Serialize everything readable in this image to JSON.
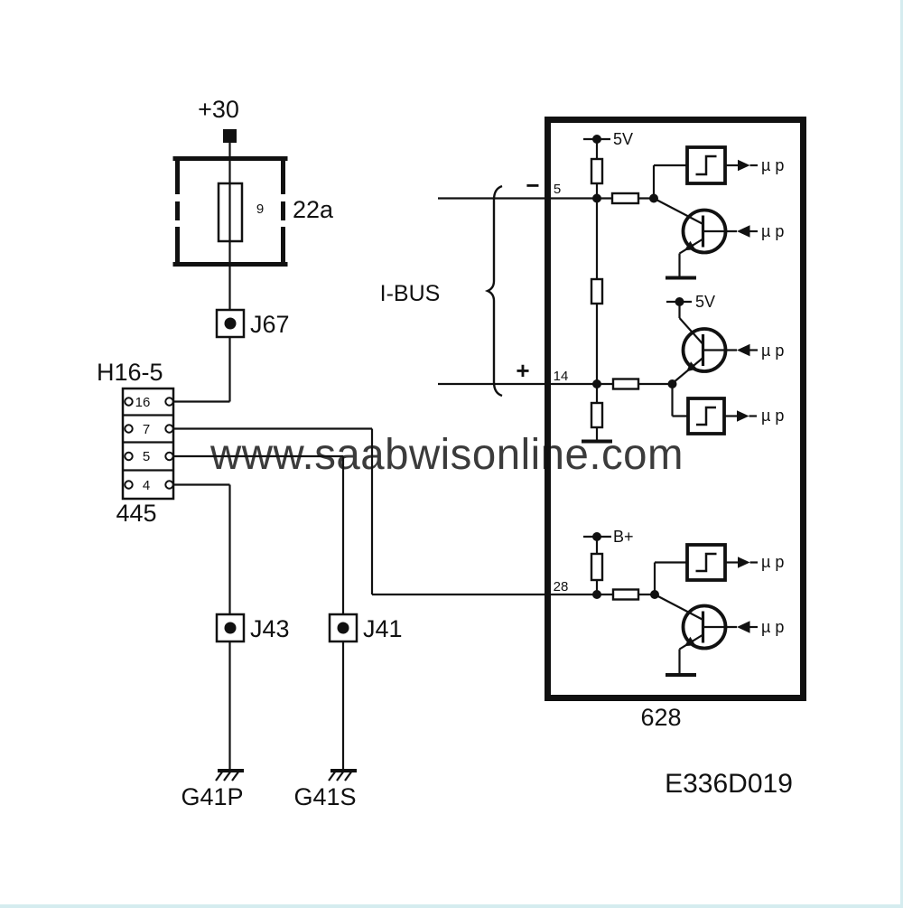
{
  "diagram": {
    "power": {
      "terminal_label": "+30"
    },
    "fuse_box": {
      "label": "22a",
      "fuse_position": "9"
    },
    "joints": {
      "j67": "J67",
      "j43": "J43",
      "j41": "J41"
    },
    "connector": {
      "name": "H16-5",
      "id": "445",
      "pins": [
        "16",
        "7",
        "5",
        "4"
      ]
    },
    "grounds": {
      "left": "G41P",
      "right": "G41S"
    },
    "i_bus": {
      "label": "I-BUS",
      "minus": "−",
      "plus": "+"
    },
    "control_unit": {
      "id": "628",
      "pin_5": "5",
      "pin_14": "14",
      "pin_28": "28",
      "supply_5v": "5V",
      "supply_b_plus": "B+",
      "microprocessor_label": "µ p"
    },
    "watermark": "www.saabwisonline.com",
    "drawing_number": "E336D019"
  },
  "colors": {
    "ink": "#111111",
    "watermark": "#7a7a7a",
    "edge_tint": "#d5ecef",
    "background": "#ffffff"
  }
}
